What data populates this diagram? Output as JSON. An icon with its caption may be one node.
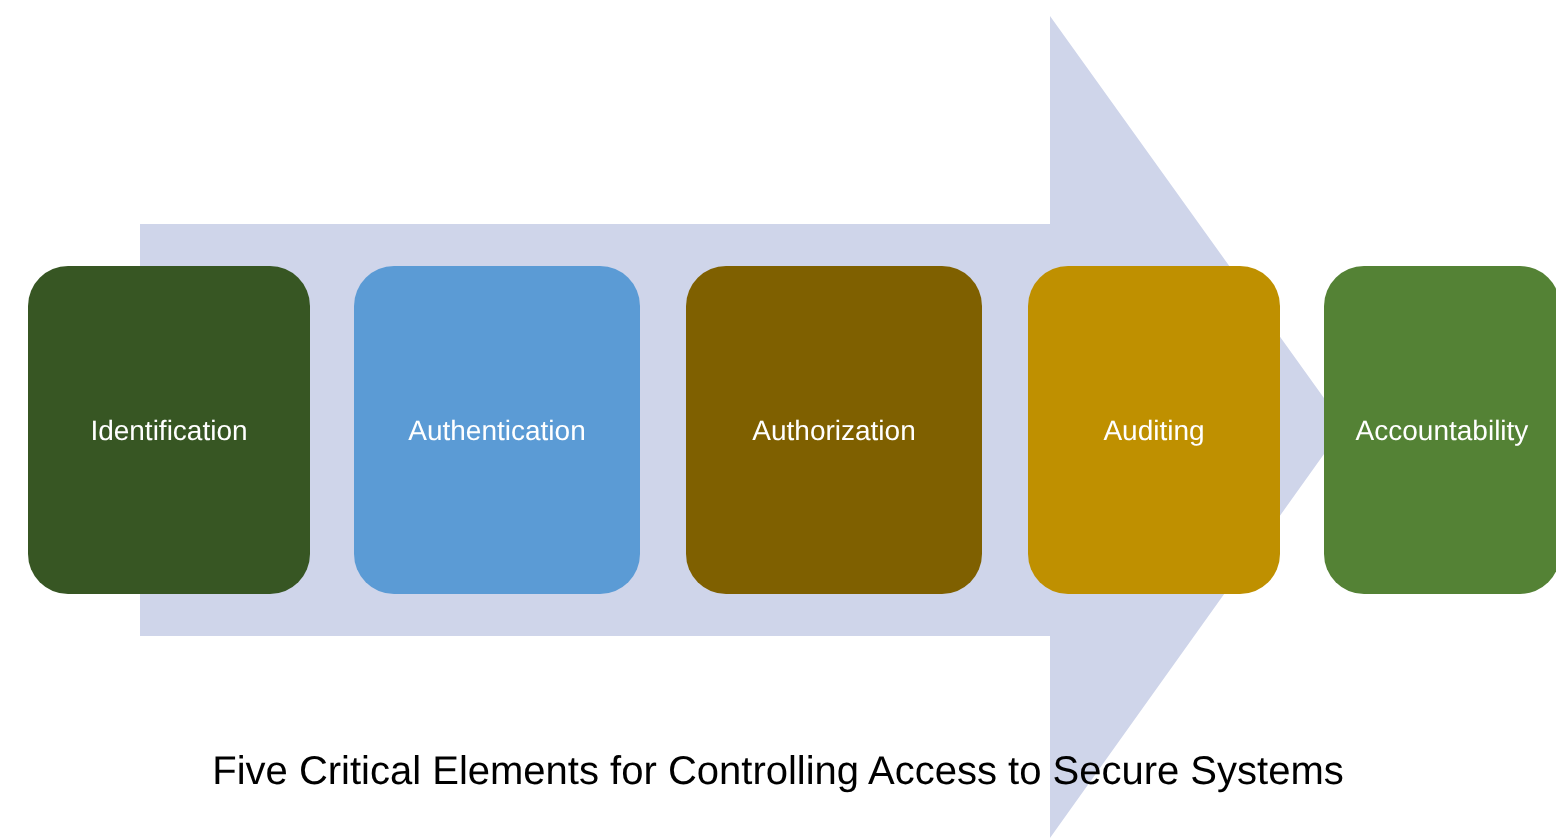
{
  "diagram": {
    "caption": "Five Critical Elements for Controlling Access to Secure Systems",
    "nodes": [
      {
        "text": [
          "Identification"
        ]
      },
      {
        "text": [
          "Authentication"
        ]
      },
      {
        "text": [
          "Authorization"
        ]
      },
      {
        "text": [
          "Auditing"
        ]
      },
      {
        "text": [
          "Accountability"
        ]
      }
    ],
    "edges": [
      {
        "from": 0,
        "to": 4,
        "arrow": "to",
        "style": "thick"
      }
    ]
  }
}
